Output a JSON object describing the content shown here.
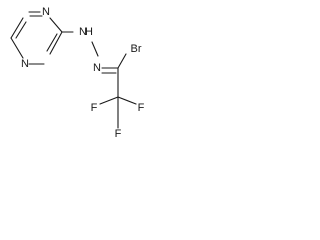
{
  "molecule": {
    "atoms": {
      "ring_n_top": "N",
      "ring_n_bottom": "N",
      "hydrazone_nh": "N",
      "hydrazone_h": "H",
      "hydrazone_n": "N",
      "bromine": "Br",
      "fluorine_left": "F",
      "fluorine_right": "F",
      "fluorine_bottom": "F"
    }
  }
}
